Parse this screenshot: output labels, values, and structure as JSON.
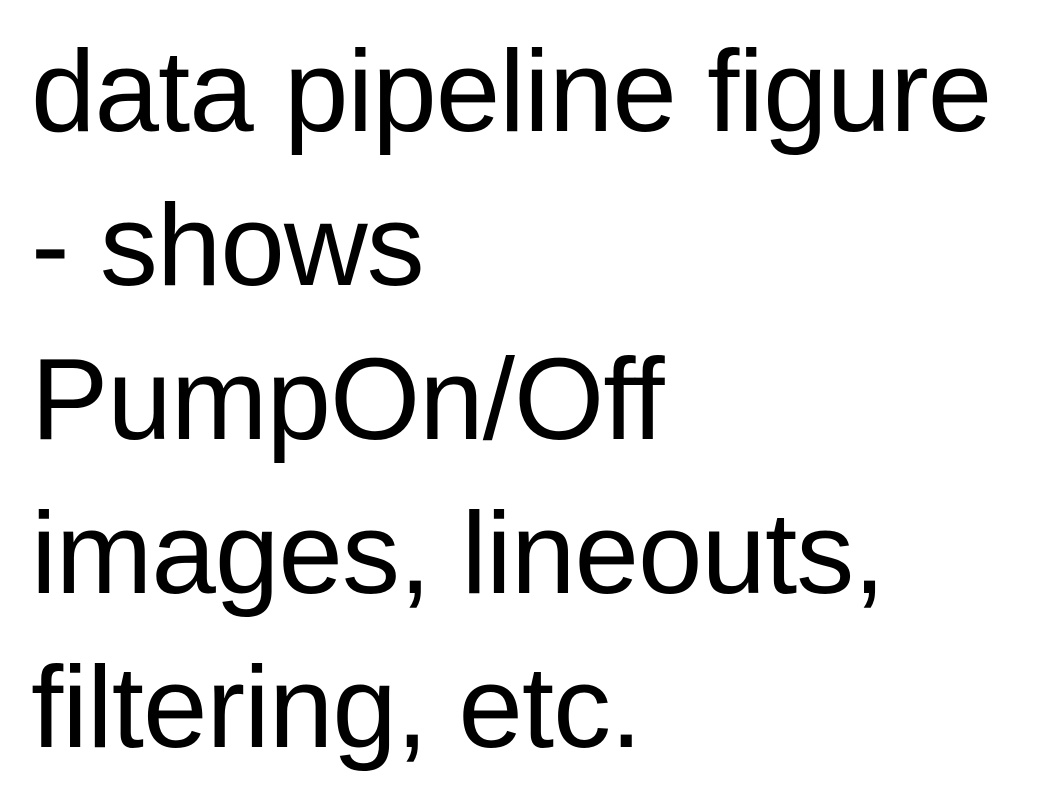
{
  "document": {
    "lines": [
      "data pipeline figure",
      "- shows",
      "PumpOn/Off",
      "images, lineouts,",
      "filtering, etc."
    ]
  }
}
